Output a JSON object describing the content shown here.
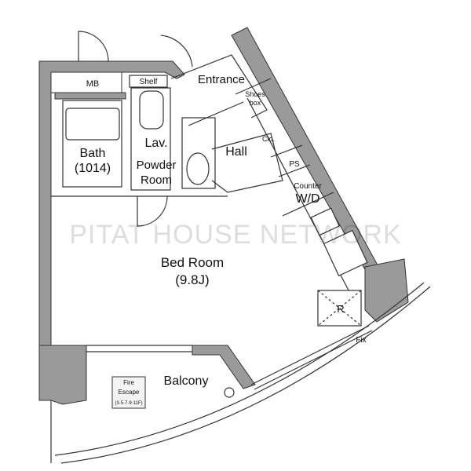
{
  "rooms": {
    "mb": "MB",
    "shelf": "Shelf",
    "entrance": "Entrance",
    "shoes_box_1": "Shoes",
    "shoes_box_2": "box",
    "bath": "Bath",
    "bath_size": "(1014)",
    "lav": "Lav.",
    "powder_1": "Powder",
    "powder_2": "Room",
    "hall": "Hall",
    "closet": "Clo.",
    "ps": "PS",
    "counter": "Counter",
    "wd": "W/D",
    "bedroom": "Bed Room",
    "bedroom_size": "(9.8J)",
    "refrigerator": "R",
    "fix": "Fix",
    "balcony": "Balcony",
    "fire_escape_1": "Fire",
    "fire_escape_2": "Escape",
    "fire_escape_floors": "(3·5·7·9·11F)"
  },
  "watermark": "PITAT HOUSE NETWORK"
}
